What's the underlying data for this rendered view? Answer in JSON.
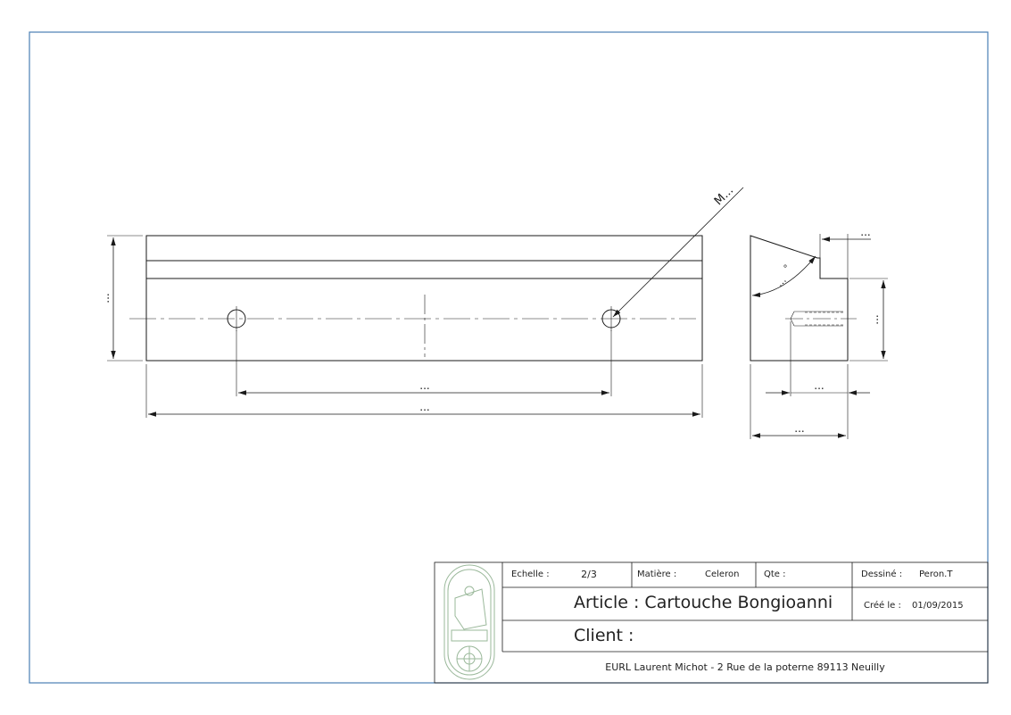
{
  "drawing": {
    "front_view": {
      "height_dim": "...",
      "hole_spacing_dim": "...",
      "overall_length_dim": "...",
      "thread_callout": "M..."
    },
    "side_view": {
      "step_dim": "...",
      "height_dim": "...",
      "thread_depth_dim": "...",
      "width_dim": "...",
      "angle_dim": "...",
      "angle_unit": "°"
    }
  },
  "title_block": {
    "scale_label": "Echelle :",
    "scale_value": "2/3",
    "material_label": "Matière :",
    "material_value": "Celeron",
    "qty_label": "Qte :",
    "qty_value": "",
    "drawn_by_label": "Dessiné :",
    "drawn_by_value": "Peron.T",
    "article": "Article : Cartouche Bongioanni",
    "created_label": "Créé le :",
    "created_value": "01/09/2015",
    "client": "Client :",
    "company": "EURL Laurent Michot - 2 Rue de la poterne 89113 Neuilly",
    "logo": "company-seal-logo"
  },
  "colors": {
    "frame": "#4a7fb5",
    "lines": "#1a1a1a",
    "logo": "#9ab89a"
  }
}
